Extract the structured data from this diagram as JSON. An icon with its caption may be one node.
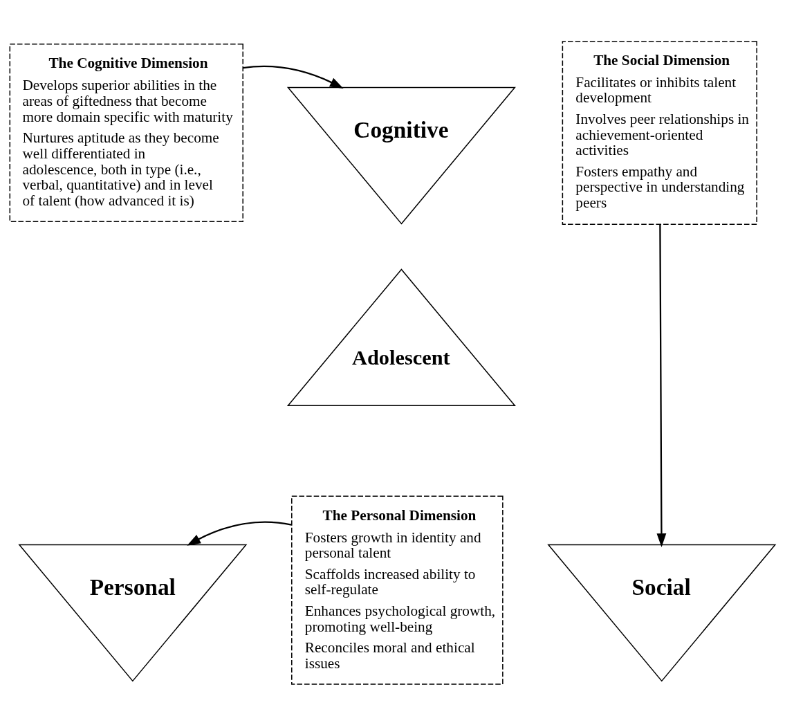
{
  "diagram": {
    "nodes": [
      {
        "text": [
          "Cognitive"
        ]
      },
      {
        "text": [
          "The Cognitive Dimension",
          "Develops superior abilities in the areas of giftedness that become more domain specific with maturity",
          "Nurtures aptitude as they become well differentiated in adolescence, both in type (i.e., verbal, quantitative) and in level of talent (how advanced it is)"
        ]
      },
      {
        "text": [
          "The Social Dimension",
          "Facilitates or inhibits talent development",
          "Involves peer relationships in achievement-oriented activities",
          "Fosters empathy and perspective in understanding peers"
        ]
      },
      {
        "text": [
          "Adolescent"
        ]
      },
      {
        "text": [
          "Personal"
        ]
      },
      {
        "text": [
          "The Personal Dimension",
          "Fosters growth in identity and personal talent",
          "Scaffolds increased ability to self-regulate",
          "Enhances psychological growth, promoting well-being",
          "Reconciles moral and ethical issues"
        ]
      },
      {
        "text": [
          "Social"
        ]
      }
    ],
    "edges": [
      {
        "from": 1,
        "to": 0,
        "arrow": "to"
      },
      {
        "from": 2,
        "to": 6,
        "arrow": "to"
      },
      {
        "from": 5,
        "to": 4,
        "arrow": "to"
      }
    ]
  }
}
